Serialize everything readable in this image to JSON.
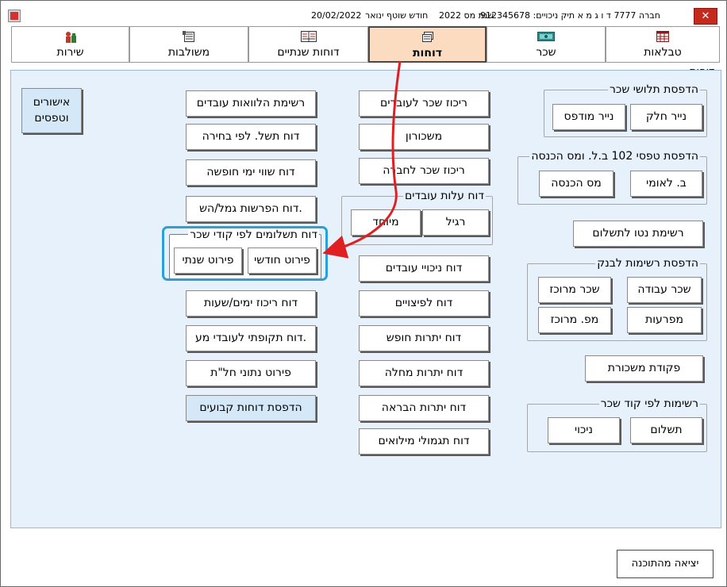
{
  "title": {
    "company": "חברה 7777 ד ו ג מ א תיק ניכויים: 912345678",
    "tax_year": "שנת מס 2022",
    "month": "חודש שוטף ינואר",
    "date": "20/02/2022",
    "close": "✕"
  },
  "tabs": [
    {
      "label": "טבלאות",
      "icon": "table-icon"
    },
    {
      "label": "שכר",
      "icon": "salary-icon"
    },
    {
      "label": "דוחות",
      "icon": "reports-icon"
    },
    {
      "label": "דוחות שנתיים",
      "icon": "annual-reports-icon"
    },
    {
      "label": "משולבות",
      "icon": "combined-icon"
    },
    {
      "label": "שירות",
      "icon": "service-icon"
    }
  ],
  "section_title": "דוחות",
  "groups": {
    "payslips": {
      "label": "הדפסת תלושי שכר",
      "b1": "נייר חלק",
      "b2": "נייר מודפס"
    },
    "forms102": {
      "label": "הדפסת טפסי 102 ב.ל. ומס הכנסה",
      "b1": "ב. לאומי",
      "b2": "מס הכנסה"
    },
    "bank": {
      "label": "הדפסת רשימות לבנק",
      "b1": "שכר עבודה",
      "b2": "שכר מרוכז",
      "b3": "מפרעות",
      "b4": "מפ. מרוכז"
    },
    "by_code": {
      "label": "רשימות לפי קוד שכר",
      "b1": "תשלום",
      "b2": "ניכוי"
    },
    "cost": {
      "label": "דוח עלות עובדים",
      "b1": "רגיל",
      "b2": "מיוחד"
    },
    "payments": {
      "label": "דוח תשלומים לפי קודי שכר",
      "b1": "פירוט חודשי",
      "b2": "פירוט שנתי"
    }
  },
  "right_buttons": {
    "net_list": "רשימת נטו לתשלום",
    "salary_order": "פקודת משכורת"
  },
  "middle_buttons": [
    "ריכוז שכר לעובדים",
    "משכורון",
    "ריכוז שכר לחברה",
    "דוח ניכויי עובדים",
    "דוח לפיצויים",
    "דוח יתרות חופש",
    "דוח יתרות מחלה",
    "דוח יתרות הבראה",
    "דוח תגמולי מילואים"
  ],
  "left_buttons": [
    "רשימת הלוואות עובדים",
    "דוח תשל. לפי בחירה",
    "דוח שווי ימי חופשה",
    "דוח הפרשות גמל/הש.",
    "דוח ריכוז ימים/שעות",
    "דוח תקופתי לעובדי מע.",
    "פירוט נתוני חל\"ת",
    "הדפסת דוחות קבועים"
  ],
  "approvals": {
    "line1": "אישורים",
    "line2": "וטפסים"
  },
  "exit": "יציאה מהתוכנה",
  "colors": {
    "panel": "#e6f1fb",
    "active_tab": "#fbdcc0",
    "highlight": "#2a9fd8",
    "arrow": "#e02020",
    "close": "#c42b1c"
  }
}
